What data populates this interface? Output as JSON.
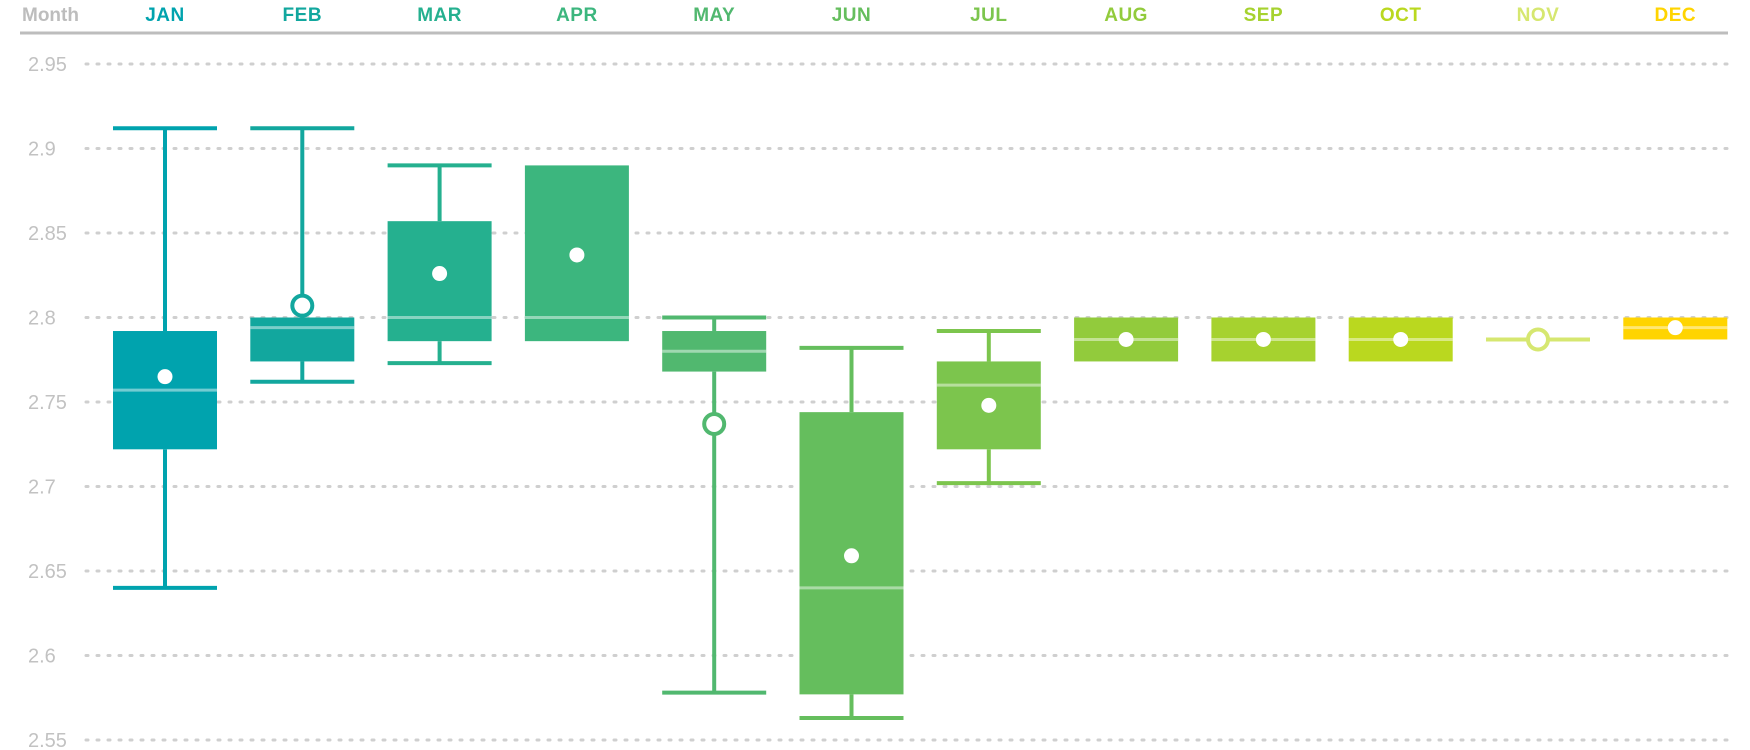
{
  "chart_data": {
    "type": "boxplot",
    "header_label": "Month",
    "ylim": [
      2.55,
      2.95
    ],
    "yticks": [
      "2.55",
      "2.6",
      "2.65",
      "2.7",
      "2.75",
      "2.8",
      "2.85",
      "2.9",
      "2.95"
    ],
    "grid": true,
    "categories": [
      "JAN",
      "FEB",
      "MAR",
      "APR",
      "MAY",
      "JUN",
      "JUL",
      "AUG",
      "SEP",
      "OCT",
      "NOV",
      "DEC"
    ],
    "colors": [
      "#00a3ae",
      "#12a79e",
      "#25b08f",
      "#3cb67e",
      "#51b86f",
      "#65be5d",
      "#7cc54d",
      "#92cb3c",
      "#a6d22f",
      "#bad81f",
      "#d6e770",
      "#ffd400"
    ],
    "boxes": [
      {
        "month": "JAN",
        "whisker_low": 2.64,
        "q1": 2.722,
        "median": 2.757,
        "q3": 2.792,
        "whisker_high": 2.912,
        "mean": 2.765,
        "mean_marker": "dot"
      },
      {
        "month": "FEB",
        "whisker_low": 2.762,
        "q1": 2.774,
        "median": 2.794,
        "q3": 2.8,
        "whisker_high": 2.912,
        "mean": 2.807,
        "mean_marker": "ring"
      },
      {
        "month": "MAR",
        "whisker_low": 2.773,
        "q1": 2.786,
        "median": 2.8,
        "q3": 2.857,
        "whisker_high": 2.89,
        "mean": 2.826,
        "mean_marker": "dot"
      },
      {
        "month": "APR",
        "whisker_low": 2.786,
        "q1": 2.786,
        "median": 2.8,
        "q3": 2.89,
        "whisker_high": 2.89,
        "mean": 2.837,
        "mean_marker": "dot"
      },
      {
        "month": "MAY",
        "whisker_low": 2.578,
        "q1": 2.768,
        "median": 2.78,
        "q3": 2.792,
        "whisker_high": 2.8,
        "mean": 2.737,
        "mean_marker": "ring"
      },
      {
        "month": "JUN",
        "whisker_low": 2.563,
        "q1": 2.577,
        "median": 2.64,
        "q3": 2.744,
        "whisker_high": 2.782,
        "mean": 2.659,
        "mean_marker": "dot"
      },
      {
        "month": "JUL",
        "whisker_low": 2.702,
        "q1": 2.722,
        "median": 2.76,
        "q3": 2.774,
        "whisker_high": 2.792,
        "mean": 2.748,
        "mean_marker": "dot"
      },
      {
        "month": "AUG",
        "whisker_low": 2.774,
        "q1": 2.774,
        "median": 2.787,
        "q3": 2.8,
        "whisker_high": 2.8,
        "mean": 2.787,
        "mean_marker": "dot"
      },
      {
        "month": "SEP",
        "whisker_low": 2.774,
        "q1": 2.774,
        "median": 2.787,
        "q3": 2.8,
        "whisker_high": 2.8,
        "mean": 2.787,
        "mean_marker": "dot"
      },
      {
        "month": "OCT",
        "whisker_low": 2.774,
        "q1": 2.774,
        "median": 2.787,
        "q3": 2.8,
        "whisker_high": 2.8,
        "mean": 2.787,
        "mean_marker": "dot"
      },
      {
        "month": "NOV",
        "whisker_low": 2.787,
        "q1": 2.787,
        "median": 2.787,
        "q3": 2.787,
        "whisker_high": 2.787,
        "mean": 2.787,
        "mean_marker": "ring"
      },
      {
        "month": "DEC",
        "whisker_low": 2.787,
        "q1": 2.787,
        "median": 2.794,
        "q3": 2.8,
        "whisker_high": 2.8,
        "mean": 2.794,
        "mean_marker": "dot"
      }
    ]
  }
}
